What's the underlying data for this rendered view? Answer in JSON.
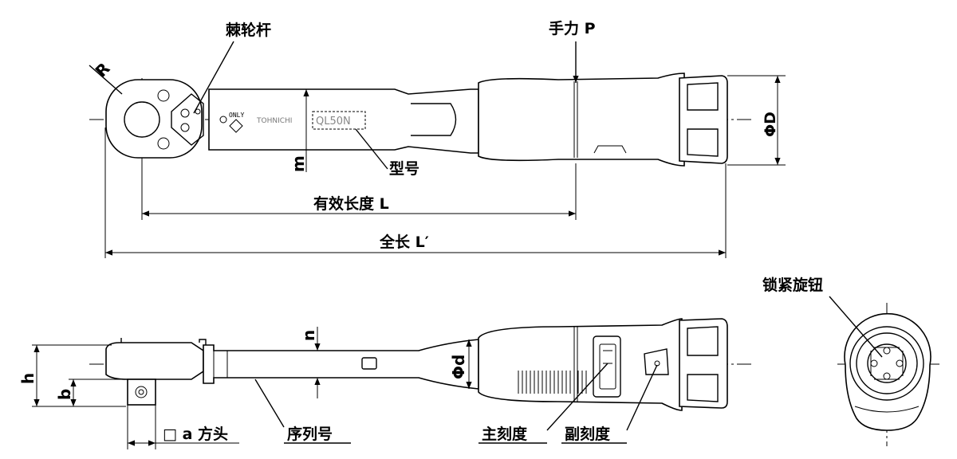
{
  "labels": {
    "ratchet": "棘轮杆",
    "hand_force": "手力 P",
    "radius": "R",
    "diameter_D": "ΦD",
    "height_m": "m",
    "model": "型号",
    "effective_length": "有效长度 L",
    "total_length": "全长 L′",
    "lock_knob": "锁紧旋钮",
    "height_n": "n",
    "diameter_d": "Φd",
    "height_h": "h",
    "height_b": "b",
    "square_head": "□ a  方头",
    "serial_number": "序列号",
    "main_scale": "主刻度",
    "sub_scale": "副刻度"
  },
  "marking": {
    "only": "ONLY",
    "brand": "TOHNICHI",
    "model_code": "QL50N"
  }
}
